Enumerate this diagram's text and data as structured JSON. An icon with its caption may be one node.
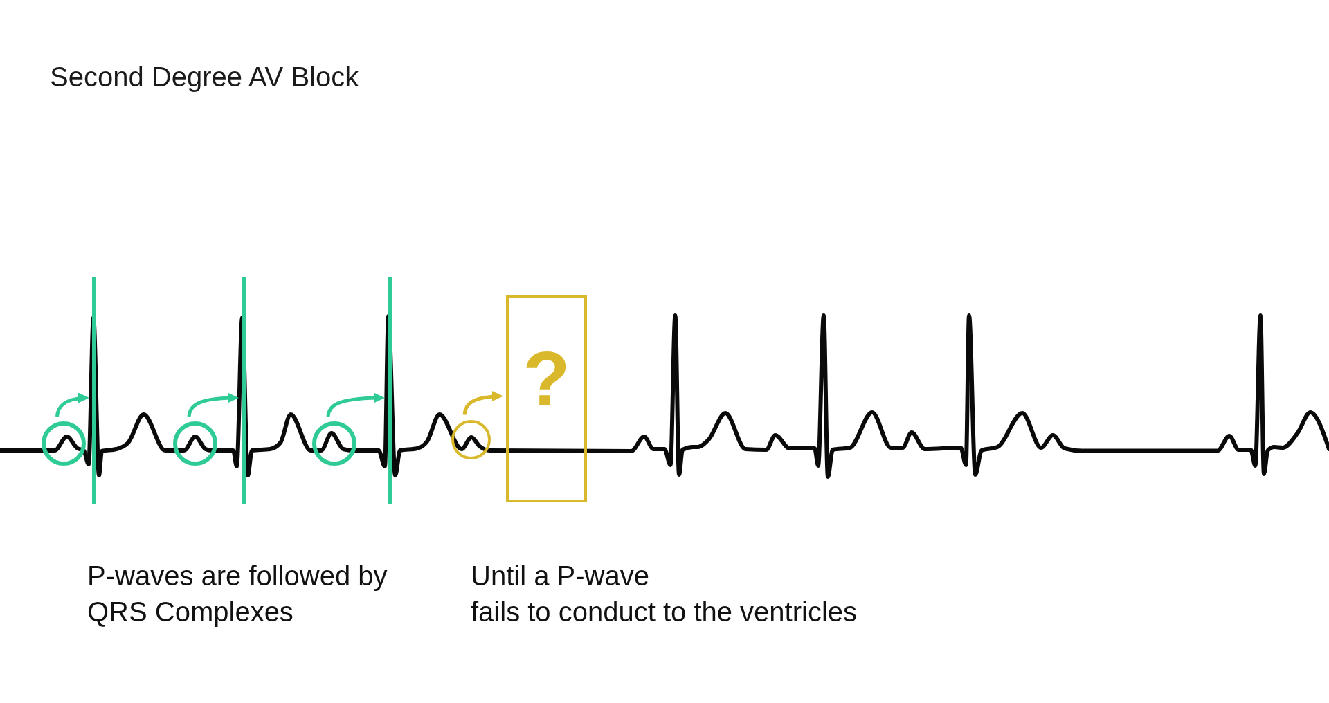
{
  "diagram": {
    "title": "Second Degree AV Block",
    "nodes": [
      {
        "text": [],
        "shape": "circle"
      },
      {
        "text": [],
        "shape": "bar"
      },
      {
        "text": [],
        "shape": "circle"
      },
      {
        "text": [],
        "shape": "bar"
      },
      {
        "text": [],
        "shape": "circle"
      },
      {
        "text": [],
        "shape": "bar"
      },
      {
        "text": [],
        "shape": "circle"
      },
      {
        "text": [
          "?"
        ]
      }
    ],
    "edges": [
      {
        "from": 0,
        "to": 1,
        "arrow": "to"
      },
      {
        "from": 2,
        "to": 3,
        "arrow": "to"
      },
      {
        "from": 4,
        "to": 5,
        "arrow": "to"
      },
      {
        "from": 6,
        "to": 7,
        "arrow": "to",
        "color": "#d9b92b"
      }
    ],
    "labels": [
      "P-waves are followed by QRS Complexes",
      "Until a P-wave",
      "fails to conduct to the ventricles"
    ]
  }
}
